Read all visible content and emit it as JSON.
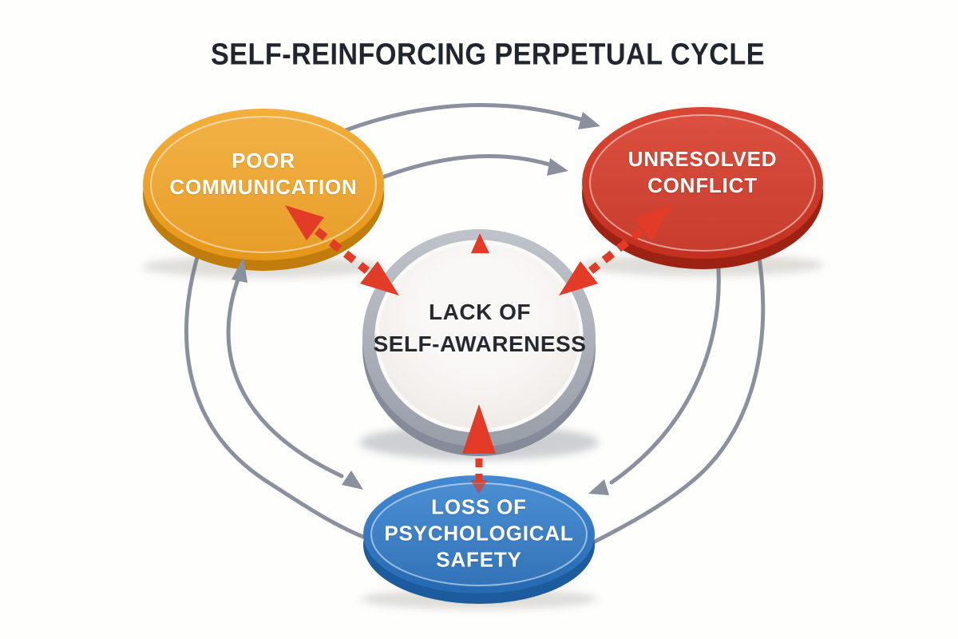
{
  "title": "SELF-REINFORCING PERPETUAL CYCLE",
  "center": {
    "lines": [
      "LACK OF",
      "SELF-AWARENESS"
    ]
  },
  "nodes": {
    "poor_communication": {
      "lines": [
        "POOR",
        "COMMUNICATION"
      ]
    },
    "unresolved_conflict": {
      "lines": [
        "UNRESOLVED",
        "CONFLICT"
      ]
    },
    "loss_of_psychological_safety": {
      "lines": [
        "LOSS OF",
        "PSYCHOLOGICAL",
        "SAFETY"
      ]
    }
  },
  "colors": {
    "background": "#FEFEFD",
    "title_text": "#20252E",
    "center_text": "#26292F",
    "node_text": "#FFFFFF",
    "arc_gray": "#8A909D",
    "arrow_red": "#E23B28",
    "yellow_top": "#F3AE3C",
    "yellow_bottom": "#E6971A",
    "yellow_depth": "#C07C0C",
    "red_top": "#DA4634",
    "red_bottom": "#C3301F",
    "red_depth": "#9D2214",
    "blue_top": "#4289D2",
    "blue_bottom": "#2569B2",
    "blue_depth": "#1C5B9D",
    "ring_top": "#BFC3CB",
    "ring_bottom": "#999EA9",
    "ring_depth": "#858B98",
    "face_top": "#FAF8F6",
    "face_edge": "#E9E5E0"
  }
}
